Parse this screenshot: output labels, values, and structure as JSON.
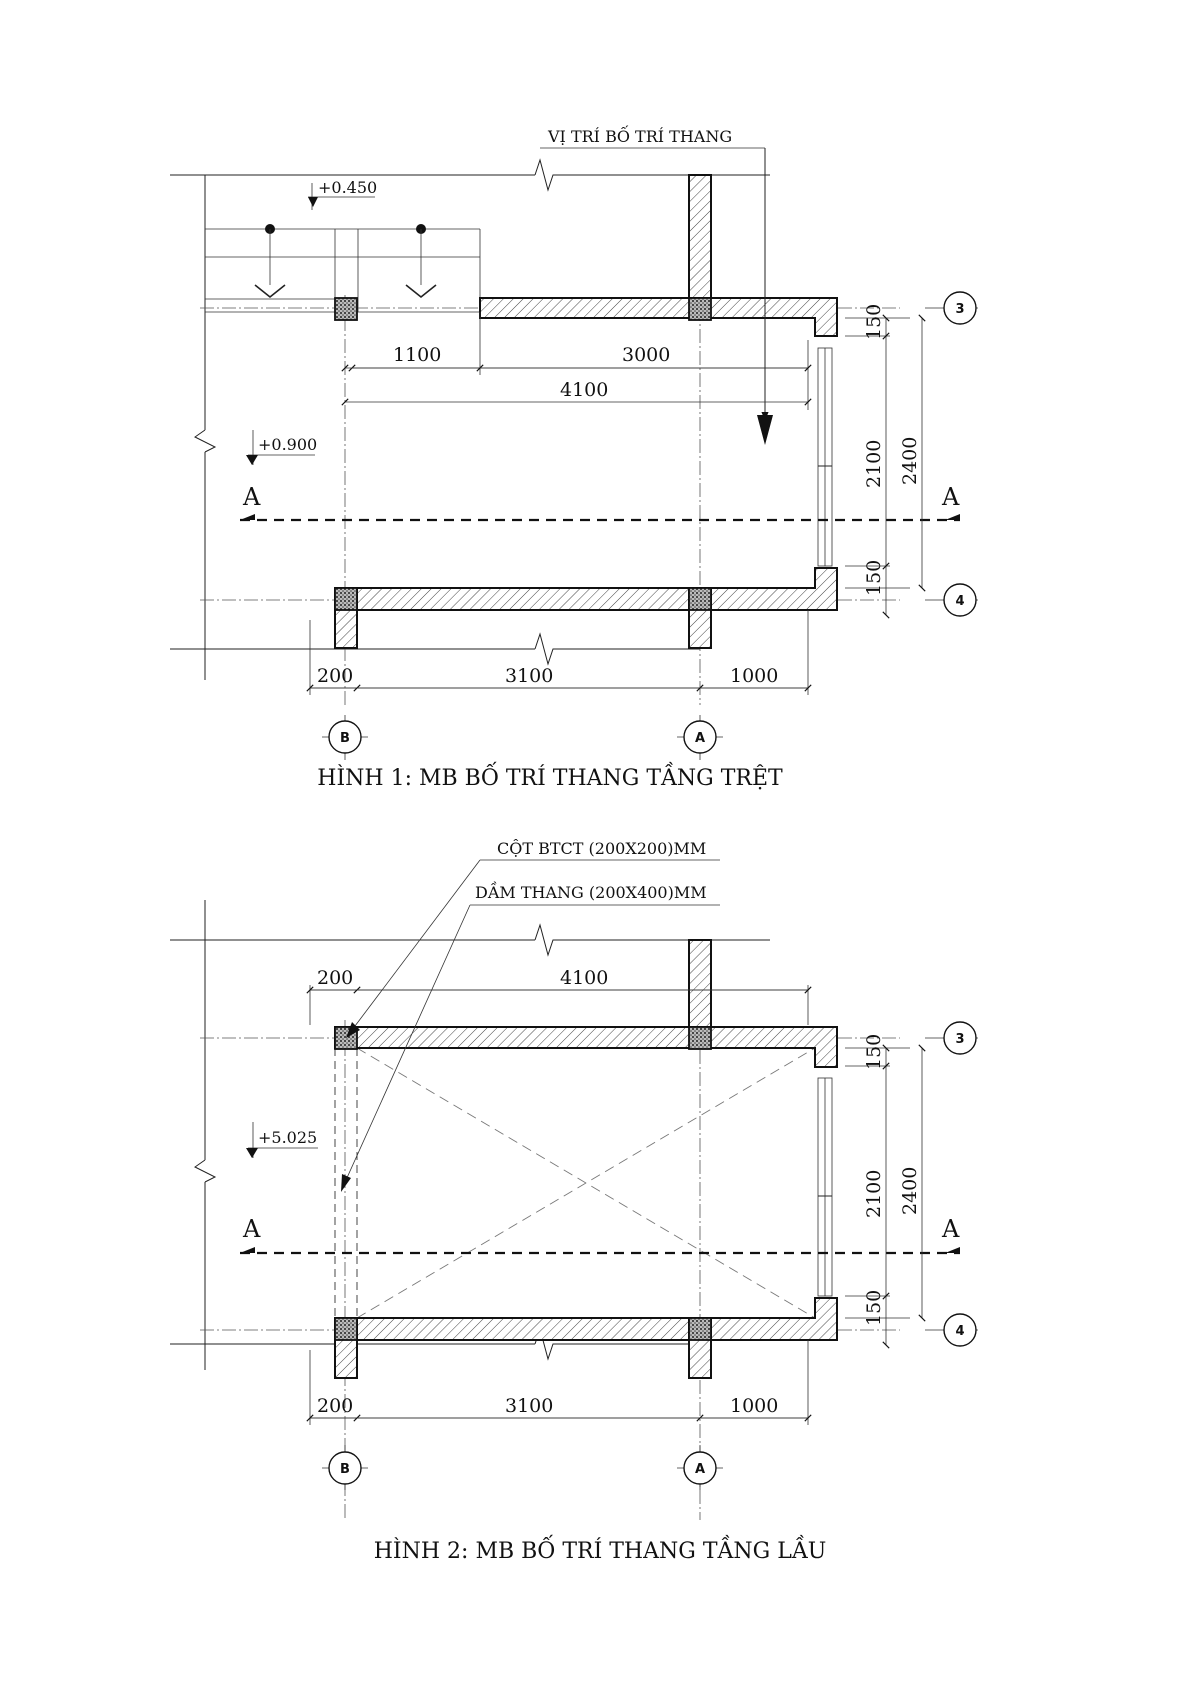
{
  "figure1": {
    "caption": "HÌNH 1: MB BỐ TRÍ THANG TẦNG TRỆT",
    "callout": "VỊ TRÍ BỐ TRÍ THANG",
    "level_a": "+0.450",
    "level_b": "+0.900",
    "dims": {
      "d1100": "1100",
      "d3000": "3000",
      "d4100": "4100",
      "d200": "200",
      "d3100": "3100",
      "d1000": "1000",
      "d150a": "150",
      "d150b": "150",
      "d2100": "2100",
      "d2400": "2400"
    },
    "axes": {
      "row_top": "3",
      "row_bottom": "4",
      "col_left": "B",
      "col_right": "A"
    },
    "section_mark": "A"
  },
  "figure2": {
    "caption": "HÌNH 2: MB BỐ TRÍ THANG TẦNG LẦU",
    "callout_column": "CỘT BTCT (200X200)MM",
    "callout_beam": "DẦM THANG (200X400)MM",
    "level": "+5.025",
    "dims": {
      "d200_top": "200",
      "d4100": "4100",
      "d200": "200",
      "d3100": "3100",
      "d1000": "1000",
      "d150a": "150",
      "d150b": "150",
      "d2100": "2100",
      "d2400": "2400"
    },
    "axes": {
      "row_top": "3",
      "row_bottom": "4",
      "col_left": "B",
      "col_right": "A"
    },
    "section_mark": "A"
  }
}
